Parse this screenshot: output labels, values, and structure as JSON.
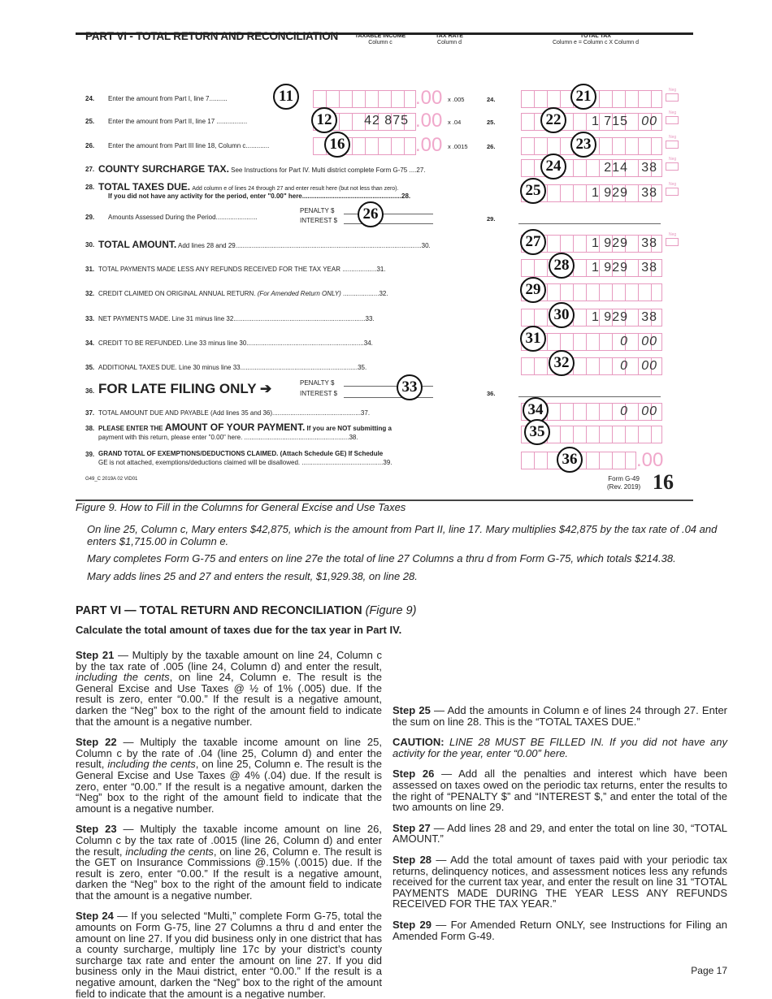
{
  "form": {
    "title": "PART VI - TOTAL RETURN AND RECONCILIATION",
    "col_c_title": "TAXABLE INCOME",
    "col_c_sub": "Column c",
    "col_d_title": "TAX RATE",
    "col_d_sub": "Column d",
    "col_e_title": "TOTAL TAX",
    "col_e_sub": "Column e = Column c X Column d",
    "neg_label": "Neg",
    "decimal": ".00",
    "lines": {
      "l24": {
        "num": "24.",
        "label": "Enter the amount from Part I, line 7..........",
        "rate": "x .005",
        "end": "24.",
        "colc": "",
        "cole": ""
      },
      "l25": {
        "num": "25.",
        "label": "Enter the amount from Part II, line 17 .................",
        "rate": "x .04",
        "end": "25.",
        "colc": "42 875",
        "cole": "1 715",
        "cents": "00"
      },
      "l26": {
        "num": "26.",
        "label": "Enter the amount from Part III line 18, Column c.............",
        "rate": "x .0015",
        "end": "26.",
        "cole": ""
      },
      "l27": {
        "num": "27.",
        "title": "COUNTY SURCHARGE TAX.",
        "label": "See Instructions for Part IV. Multi district complete Form G-75 ....27.",
        "cole": "214",
        "cents": "38"
      },
      "l28": {
        "num": "28.",
        "title": "TOTAL TAXES DUE.",
        "label": "Add column e of lines 24 through 27 and enter result here (but not less than zero).",
        "label2": "If you did not have any activity for the period, enter \"0.00\" here.......................................................28.",
        "cole": "1 929",
        "cents": "38"
      },
      "l29": {
        "num": "29.",
        "label": "Amounts Assessed During the Period.......................",
        "penalty": "PENALTY  $",
        "interest": "INTEREST  $",
        "end": "29."
      },
      "l30": {
        "num": "30.",
        "title": "TOTAL AMOUNT.",
        "label": "Add lines 28 and 29.......................................................................................................30.",
        "cole": "1 929",
        "cents": "38"
      },
      "l31": {
        "num": "31.",
        "label": "TOTAL PAYMENTS MADE LESS ANY REFUNDS RECEIVED FOR THE TAX YEAR ...................31.",
        "cole": "1 929",
        "cents": "38"
      },
      "l32": {
        "num": "32.",
        "label": "CREDIT CLAIMED ON ORIGINAL ANNUAL RETURN.",
        "label_it": "(For Amended Return ONLY)",
        "label_end": " ....................32."
      },
      "l33": {
        "num": "33.",
        "label": "NET PAYMENTS MADE.  Line 31 minus line 32.........................................................................33.",
        "cole": "1 929",
        "cents": "38"
      },
      "l34": {
        "num": "34.",
        "label": "CREDIT TO BE REFUNDED.  Line 33 minus line 30.................................................................34.",
        "cole": "0",
        "cents": "00"
      },
      "l35": {
        "num": "35.",
        "label": "ADDITIONAL TAXES DUE.  Line 30 minus line 33.................................................................35.",
        "cole": "0",
        "cents": "00"
      },
      "l36": {
        "num": "36.",
        "title": "FOR LATE FILING ONLY ➔",
        "penalty": "PENALTY  $",
        "interest": "INTEREST  $",
        "end": "36."
      },
      "l37": {
        "num": "37.",
        "label": "TOTAL AMOUNT DUE AND PAYABLE (Add lines 35 and 36).................................................37.",
        "cole": "0",
        "cents": "00"
      },
      "l38": {
        "num": "38.",
        "pre": "PLEASE ENTER THE",
        "title": "AMOUNT OF YOUR PAYMENT.",
        "label": "If you are NOT submitting a",
        "label2": "payment with this return, please enter \"0.00\" here.  ..........................................................38."
      },
      "l39": {
        "num": "39.",
        "label": "GRAND TOTAL OF EXEMPTIONS/DEDUCTIONS CLAIMED. (Attach Schedule GE)  If Schedule",
        "label2": "GE is not attached, exemptions/deductions claimed will be disallowed. .............................................39."
      }
    },
    "circles": [
      "11",
      "12",
      "16",
      "21",
      "22",
      "23",
      "24",
      "25",
      "26",
      "27",
      "28",
      "29",
      "30",
      "31",
      "32",
      "33",
      "34",
      "35",
      "36"
    ],
    "footer_code": "G49_C 2019A 02 VID01",
    "form_name": "Form G-49",
    "form_rev": "(Rev. 2019)",
    "form_page": "16"
  },
  "caption": "Figure 9.   How to Fill in the Columns for General Excise and Use Taxes",
  "example": [
    "On line 25, Column c, Mary enters $42,875, which is the amount from Part II, line 17.  Mary multiplies $42,875 by the tax rate of .04 and enters $1,715.00 in Column e.",
    "Mary completes Form G-75 and enters on line 27e the total of line 27 Columns a thru d from Form G-75, which totals $214.38.",
    "Mary adds lines 25 and 27 and enters the result, $1,929.38, on line 28."
  ],
  "section": {
    "heading": "PART VI — TOTAL RETURN AND RECONCILIATION",
    "heading_ref": "(Figure 9)",
    "subheading": "Calculate the total amount of taxes due for the tax year in Part IV."
  },
  "steps": {
    "s21": {
      "label": "Step 21",
      "a": " — Multiply by the taxable amount on line 24, Column c by the tax rate of .005 (line 24, Column d) and enter the result, ",
      "it": "including the cents",
      "b": ", on line 24, Column e. The result is the General Excise and Use Taxes @ ½ of 1% (.005) due.  If the result is zero, enter “0.00.” If the result is a negative amount, darken the “Neg” box to the right of the amount field to indicate that the amount is a negative number."
    },
    "s22": {
      "label": "Step 22",
      "a": " — Multiply the taxable income amount on line 25, Column c by the rate of .04 (line 25, Column d) and enter the result, ",
      "it": "including the cents",
      "b": ", on line 25, Column e.  The result is the General Excise and Use Taxes @ 4% (.04) due.  If the result is zero, enter “0.00.” If the result is a negative amount, darken the “Neg” box to the right of the amount field to indicate that the amount is a negative number."
    },
    "s23": {
      "label": "Step 23",
      "a": " — Multiply the taxable income amount on line 26, Column c by the tax rate of .0015 (line 26, Column d) and enter the result, ",
      "it": "including the cents",
      "b": ", on line 26, Column e. The result is the GET on Insurance Commissions @.15% (.0015) due.  If the result is zero, enter “0.00.” If the result is a negative amount, darken the “Neg” box to the right of the amount field to indicate that the amount is a negative number."
    },
    "s24": {
      "label": "Step 24",
      "a": " — If you selected “Multi,” complete Form G-75, total the amounts on Form G-75, line 27 Columns a thru d and enter the amount on line 27.  If you did business only in one district that has a county surcharge, multiply line 17c by your district’s county surcharge tax rate and enter the amount on line 27.  If you did business only in the Maui district, enter “0.00.” If the result is a negative amount, darken the “Neg” box to the right of the amount field to indicate that the amount is a negative number."
    },
    "s25": {
      "label": "Step 25",
      "a": " — Add the amounts in Column e of lines 24 through 27. Enter the sum on line 28.  This is the “TOTAL TAXES DUE.”"
    },
    "caution": {
      "label": "CAUTION:",
      "it": "  LINE 28 MUST BE FILLED IN.  If you did not have any activity for the year, enter “0.00” here."
    },
    "s26": {
      "label": "Step 26",
      "a": " — Add all the penalties and interest which have been assessed on taxes owed on the periodic tax returns, enter the results to the right of “PENALTY $” and “INTEREST $,” and enter the total of the two amounts on line 29."
    },
    "s27": {
      "label": "Step 27",
      "a": " — Add lines 28 and 29, and enter the total on line 30, “TOTAL AMOUNT.”"
    },
    "s28": {
      "label": "Step 28",
      "a": " — Add the total amount of taxes paid with your periodic tax returns, delinquency notices, and assessment notices less any refunds received for the current tax year, and enter the result on line 31 “TOTAL PAYMENTS MADE DURING THE YEAR LESS ANY REFUNDS RECEIVED FOR THE TAX YEAR.”"
    },
    "s29": {
      "label": "Step 29",
      "a": " — For Amended Return ONLY, see Instructions for Filing an Amended Form G-49."
    }
  },
  "page_number": "Page 17"
}
